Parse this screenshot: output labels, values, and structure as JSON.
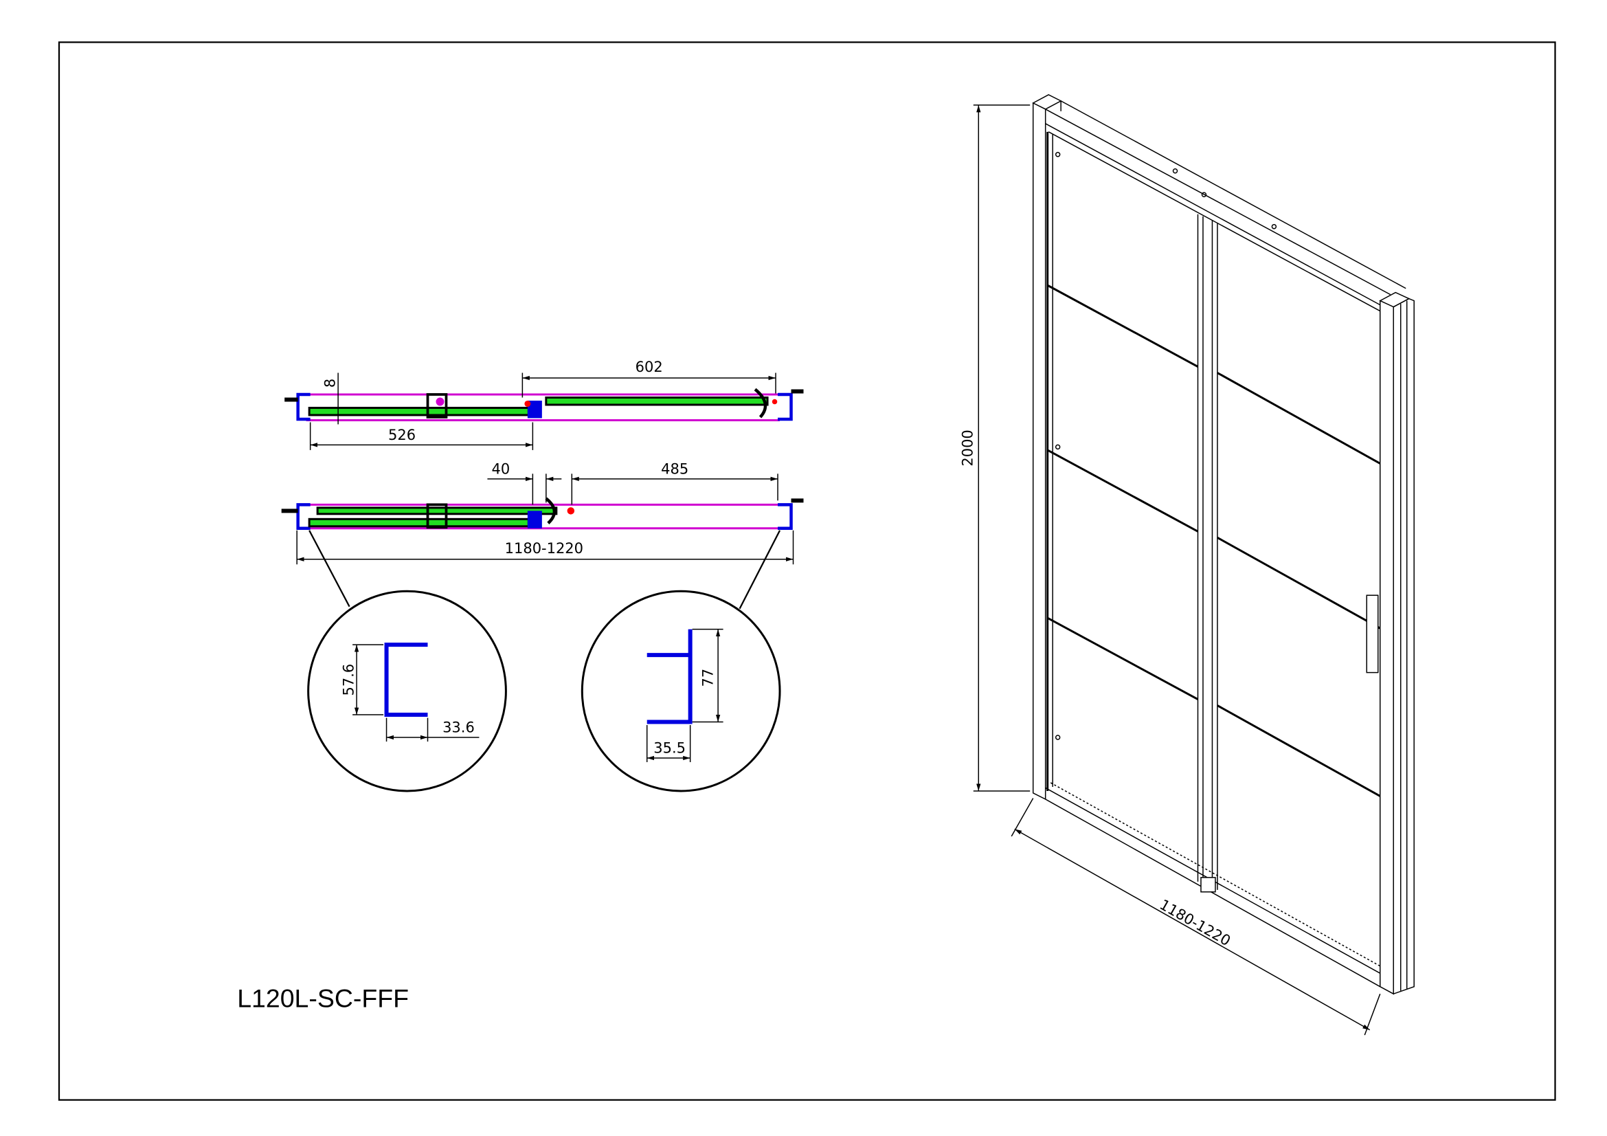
{
  "drawing": {
    "model_code": "L120L-SC-FFF",
    "plan_view_open": {
      "fixed_panel_width": "526",
      "sliding_panel_width": "602",
      "glass_offset": "8"
    },
    "plan_view_closed": {
      "overlap": "40",
      "opening_width": "485",
      "total_width": "1180-1220"
    },
    "detail_left_profile": {
      "height": "57.6",
      "width": "33.6"
    },
    "detail_right_profile": {
      "height": "77",
      "width": "35.5"
    },
    "isometric_view": {
      "height": "2000",
      "width": "1180-1220"
    },
    "colors": {
      "glass": "#22dd22",
      "profile": "#0000e0",
      "outline": "#d000d0",
      "seal": "#ff0000"
    }
  }
}
